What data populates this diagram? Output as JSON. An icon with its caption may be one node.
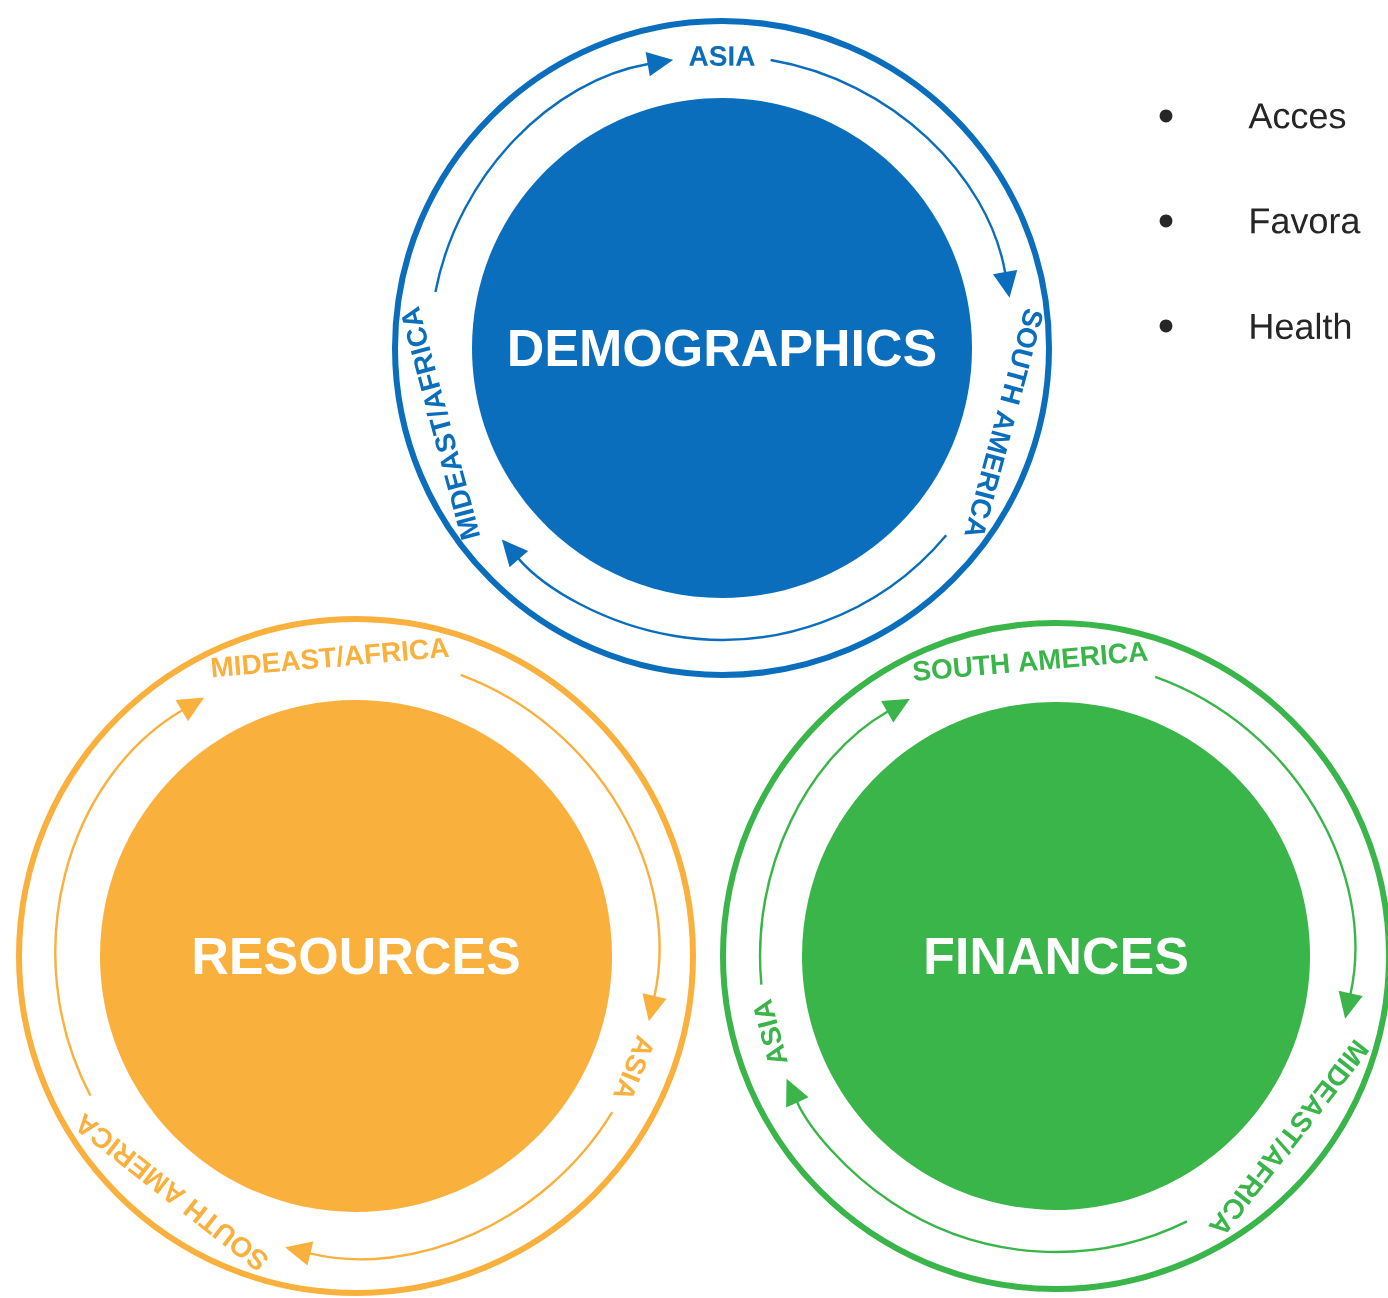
{
  "diagram": {
    "nodes": [
      {
        "text": [],
        "shape": "circle"
      },
      {
        "text": [
          "DEMOGRAPHICS"
        ],
        "in": 0
      },
      {
        "text": [
          "ASIA"
        ],
        "in": 0
      },
      {
        "text": [
          "SOUTH AMERICA"
        ],
        "in": 0
      },
      {
        "text": [
          "MIDEAST/AFRICA"
        ],
        "in": 0
      },
      {
        "text": [],
        "shape": "circle"
      },
      {
        "text": [
          "RESOURCES"
        ],
        "in": 5
      },
      {
        "text": [
          "MIDEAST/AFRICA"
        ],
        "in": 5
      },
      {
        "text": [
          "ASIA"
        ],
        "in": 5
      },
      {
        "text": [
          "SOUTH AMERICA"
        ],
        "in": 5
      },
      {
        "text": [],
        "shape": "circle"
      },
      {
        "text": [
          "FINANCES"
        ],
        "in": 10
      },
      {
        "text": [
          "SOUTH AMERICA"
        ],
        "in": 10
      },
      {
        "text": [
          "MIDEAST/AFRICA"
        ],
        "in": 10
      },
      {
        "text": [
          "ASIA"
        ],
        "in": 10
      }
    ],
    "edges": [
      {
        "from": 4,
        "to": 2,
        "arrow": "to",
        "color": "#0a6ebd"
      },
      {
        "from": 2,
        "to": 3,
        "arrow": "to",
        "color": "#0a6ebd"
      },
      {
        "from": 3,
        "to": 4,
        "arrow": "to",
        "color": "#0a6ebd"
      },
      {
        "from": 9,
        "to": 7,
        "arrow": "to",
        "color": "#f9b03d"
      },
      {
        "from": 7,
        "to": 8,
        "arrow": "to",
        "color": "#f9b03d"
      },
      {
        "from": 8,
        "to": 9,
        "arrow": "to",
        "color": "#f9b03d"
      },
      {
        "from": 14,
        "to": 12,
        "arrow": "to",
        "color": "#3ab54a"
      },
      {
        "from": 12,
        "to": 13,
        "arrow": "to",
        "color": "#3ab54a"
      },
      {
        "from": 13,
        "to": 14,
        "arrow": "to",
        "color": "#3ab54a"
      }
    ],
    "labels": [
      "Acces",
      "Favora",
      "Health"
    ]
  }
}
